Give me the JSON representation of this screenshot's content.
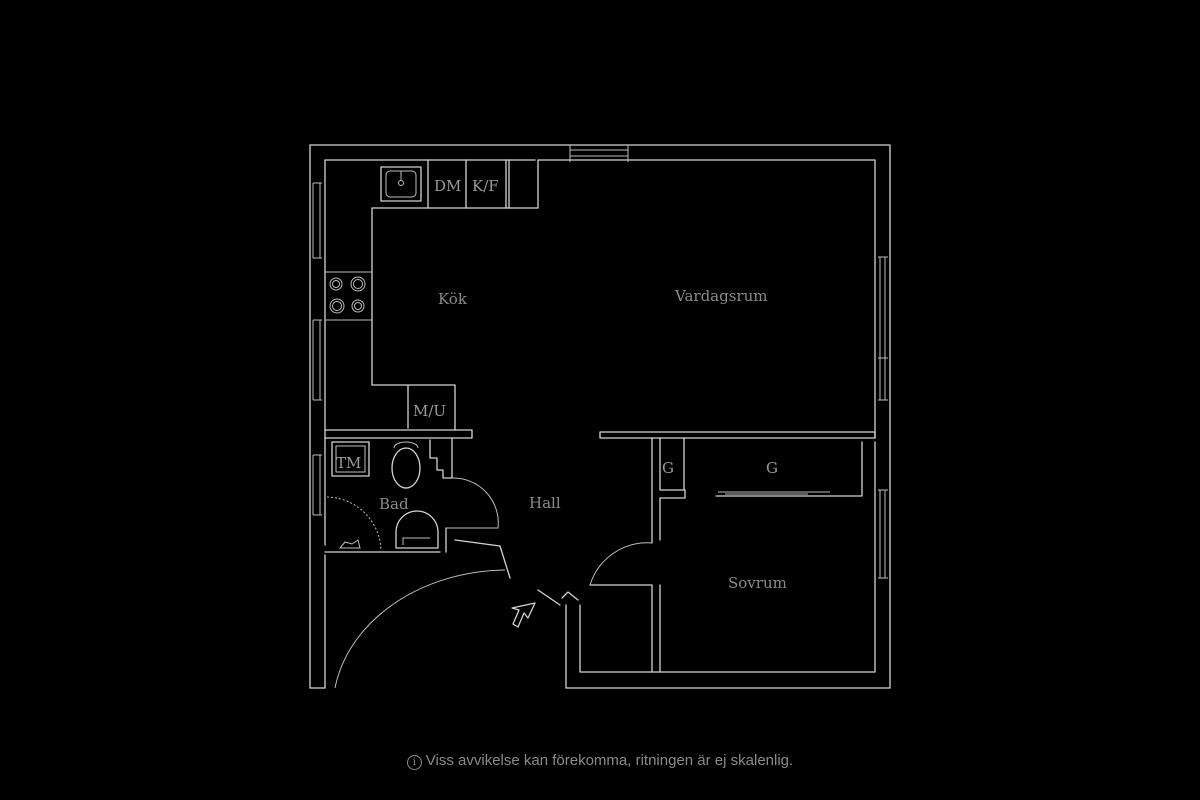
{
  "floorplan": {
    "rooms": {
      "kitchen": "Kök",
      "living_room": "Vardagsrum",
      "bathroom": "Bad",
      "hall": "Hall",
      "bedroom": "Sovrum"
    },
    "fixtures": {
      "dishwasher": "DM",
      "fridge_freezer": "K/F",
      "microwave_oven": "M/U",
      "washing_machine": "TM",
      "wardrobe_small": "G",
      "wardrobe_large": "G"
    },
    "colors": {
      "background": "#000000",
      "lines": "#d4d4d4",
      "labels": "#8a8a8a"
    }
  },
  "disclaimer": {
    "icon": "info-icon",
    "icon_glyph": "i",
    "text": "Viss avvikelse kan förekomma, ritningen är ej skalenlig."
  }
}
